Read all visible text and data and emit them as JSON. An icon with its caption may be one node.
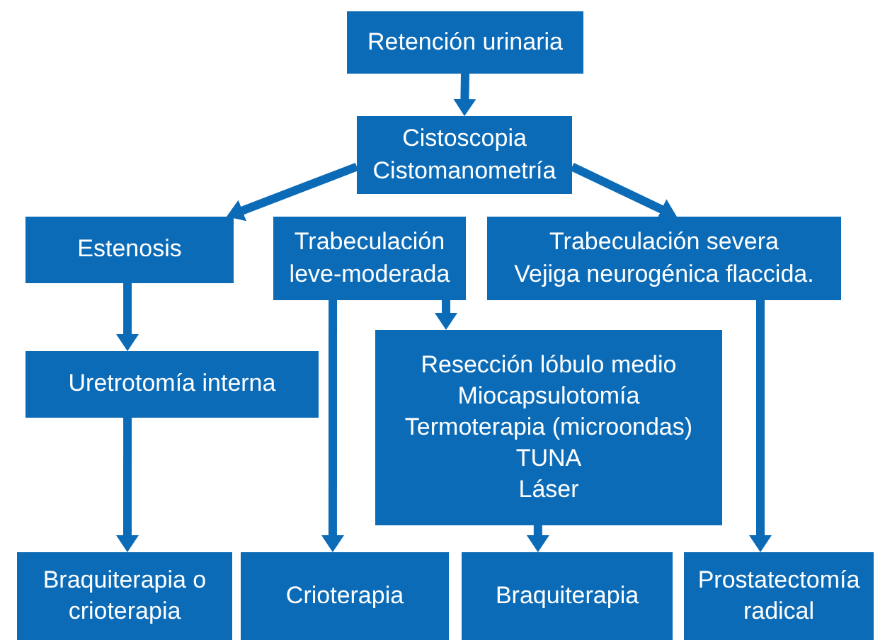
{
  "diagram": {
    "nodes": [
      {
        "text": [
          "Retención urinaria"
        ]
      },
      {
        "text": [
          "Cistoscopia",
          "Cistomanometría"
        ]
      },
      {
        "text": [
          "Estenosis"
        ]
      },
      {
        "text": [
          "Trabeculación leve-moderada"
        ]
      },
      {
        "text": [
          "Trabeculación severa",
          "Vejiga neurogénica flaccida."
        ]
      },
      {
        "text": [
          "Uretrotomía interna"
        ]
      },
      {
        "text": [
          "Resección lóbulo medio",
          "Miocapsulotomía",
          "Termoterapia (microondas)",
          "TUNA",
          "Láser"
        ]
      },
      {
        "text": [
          "Braquiterapia o crioterapia"
        ]
      },
      {
        "text": [
          "Crioterapia"
        ]
      },
      {
        "text": [
          "Braquiterapia"
        ]
      },
      {
        "text": [
          "Prostatectomía radical"
        ]
      }
    ],
    "edges": [
      {
        "from": 0,
        "to": 1,
        "arrow": "to"
      },
      {
        "from": 1,
        "to": 2,
        "arrow": "to"
      },
      {
        "from": 1,
        "to": 4,
        "arrow": "to"
      },
      {
        "from": 3,
        "to": 6,
        "arrow": "to"
      },
      {
        "from": 2,
        "to": 5,
        "arrow": "to"
      },
      {
        "from": 5,
        "to": 7,
        "arrow": "to"
      },
      {
        "from": 3,
        "to": 8,
        "arrow": "to"
      },
      {
        "from": 6,
        "to": 9,
        "arrow": "to"
      },
      {
        "from": 4,
        "to": 10,
        "arrow": "to"
      }
    ]
  }
}
